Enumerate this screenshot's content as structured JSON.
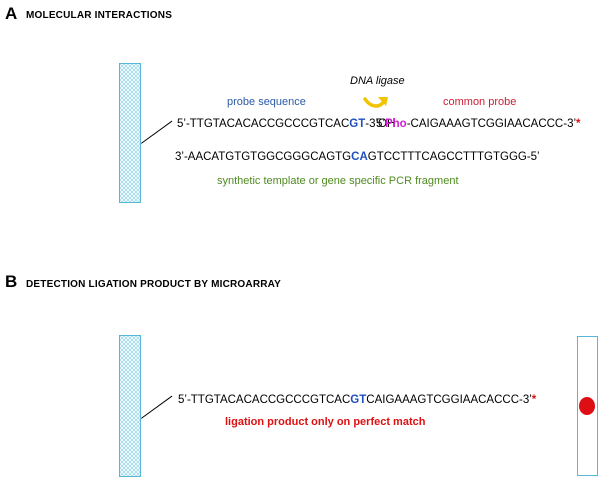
{
  "panel_a": {
    "letter": "A",
    "title": "MOLECULAR INTERACTIONS",
    "enzyme_label": "DNA ligase",
    "probe_label": "probe sequence",
    "common_label": "common probe",
    "probe_seq": {
      "pre": "5’-TTGTACACACCGCCCGTCAC",
      "hl": "GT",
      "post": "-3’OH"
    },
    "common_seq": {
      "pre": "5’",
      "pho": "Pho",
      "post": "-CAIGAAAGTCGGIAACACCC-3’",
      "star": "*"
    },
    "template_seq": {
      "pre": "3’-AACATGTGTGGCGGGCAGTG",
      "hl": "CA",
      "post": "GTCCTTTCAGCCTTTGTGGG-5’"
    },
    "template_label": "synthetic template or gene specific PCR fragment"
  },
  "panel_b": {
    "letter": "B",
    "title": "DETECTION LIGATION PRODUCT BY MICROARRAY",
    "product_seq": {
      "pre": "5’-TTGTACACACCGCCCGTCAC",
      "hl": "GT",
      "post": "CAIGAAAGTCGGIAACACCC-3’",
      "star": "*"
    },
    "note": "ligation product only on perfect match"
  },
  "colors": {
    "probe_blue": "#2b5aa8",
    "common_red": "#cc1e35",
    "template_green": "#4f8b1f",
    "pho_magenta": "#cc22cc",
    "arrow_yellow": "#f2c400",
    "strip_cyan": "#56b8d6",
    "spot_red": "#dd0f14"
  },
  "icons": {
    "ligase_arrow": "curved-arrow-icon"
  }
}
